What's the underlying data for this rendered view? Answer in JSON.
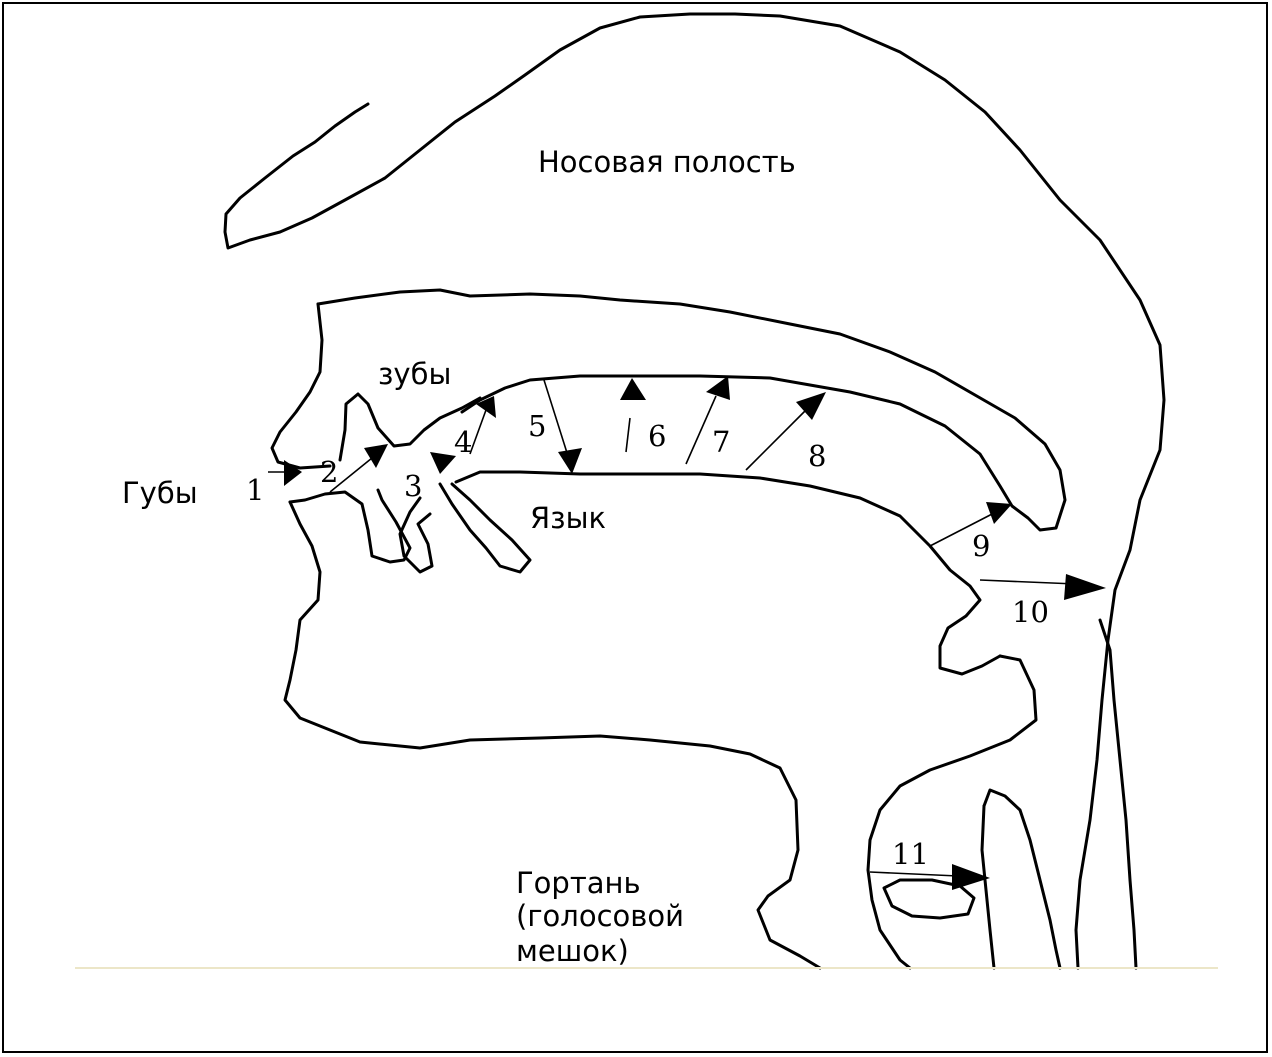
{
  "labels": {
    "nasal_cavity": "Носовая полость",
    "teeth": "зубы",
    "lips": "Губы",
    "tongue": "Язык",
    "larynx_line1": "Гортань",
    "larynx_line2": "(голосовой",
    "larynx_line3": "мешок)"
  },
  "places": [
    "1",
    "2",
    "3",
    "4",
    "5",
    "6",
    "7",
    "8",
    "9",
    "10",
    "11"
  ]
}
